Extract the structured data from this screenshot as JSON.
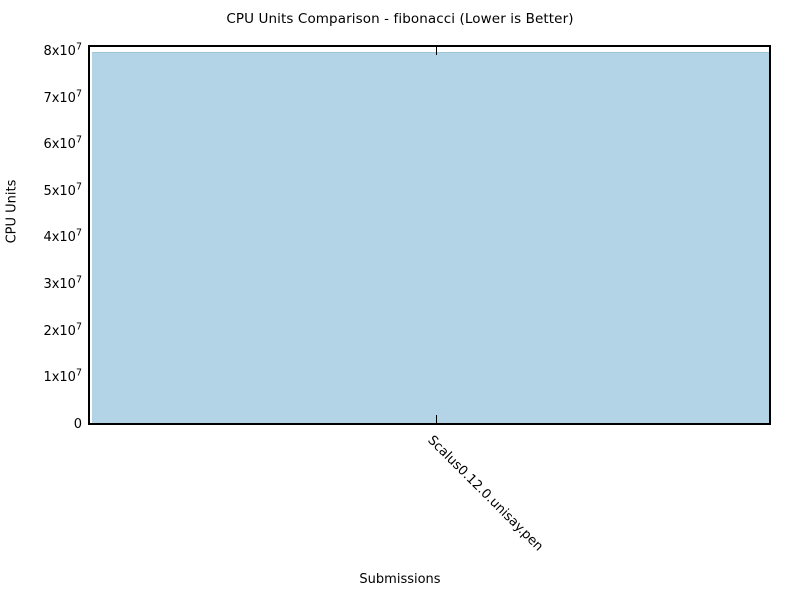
{
  "chart_data": {
    "type": "bar",
    "title": "CPU Units Comparison - fibonacci (Lower is Better)",
    "xlabel": "Submissions",
    "ylabel": "CPU Units",
    "categories": [
      "Scalus0.12.0.unisay.pen"
    ],
    "values": [
      79500000
    ],
    "ylim": [
      0,
      81500000
    ],
    "yticks": [
      0,
      10000000,
      20000000,
      30000000,
      40000000,
      50000000,
      60000000,
      70000000,
      80000000
    ],
    "ytick_labels": [
      {
        "mantissa": "0",
        "exponent": ""
      },
      {
        "mantissa": "1x10",
        "exponent": "7"
      },
      {
        "mantissa": "2x10",
        "exponent": "7"
      },
      {
        "mantissa": "3x10",
        "exponent": "7"
      },
      {
        "mantissa": "4x10",
        "exponent": "7"
      },
      {
        "mantissa": "5x10",
        "exponent": "7"
      },
      {
        "mantissa": "6x10",
        "exponent": "7"
      },
      {
        "mantissa": "7x10",
        "exponent": "7"
      },
      {
        "mantissa": "8x10",
        "exponent": "7"
      }
    ],
    "grid": false,
    "legend": false,
    "bar_color": "#b3d4e6",
    "axis_color": "#000000",
    "background": "#ffffff",
    "xtick_rotation_deg": 45
  },
  "axes": {
    "title": "CPU Units Comparison - fibonacci (Lower is Better)",
    "x_axis_title": "Submissions",
    "y_axis_title": "CPU Units",
    "x_tick_label": "Scalus0.12.0.unisay.pen"
  }
}
